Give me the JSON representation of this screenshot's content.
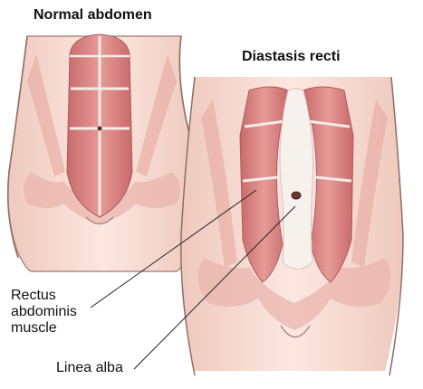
{
  "titles": {
    "normal": "Normal abdomen",
    "diastasis": "Diastasis recti"
  },
  "labels": {
    "rectus_line1": "Rectus",
    "rectus_line2": "abdominis",
    "rectus_line3": "muscle",
    "linea_alba": "Linea alba"
  },
  "colors": {
    "skin": "#f6dcd3",
    "skin_outline": "#b08a82",
    "muscle": "#df8d8b",
    "muscle_dark": "#c86a6a",
    "tendon": "#f4ece8",
    "pelvis": "#e9b4ae",
    "leader_line": "#222222"
  }
}
